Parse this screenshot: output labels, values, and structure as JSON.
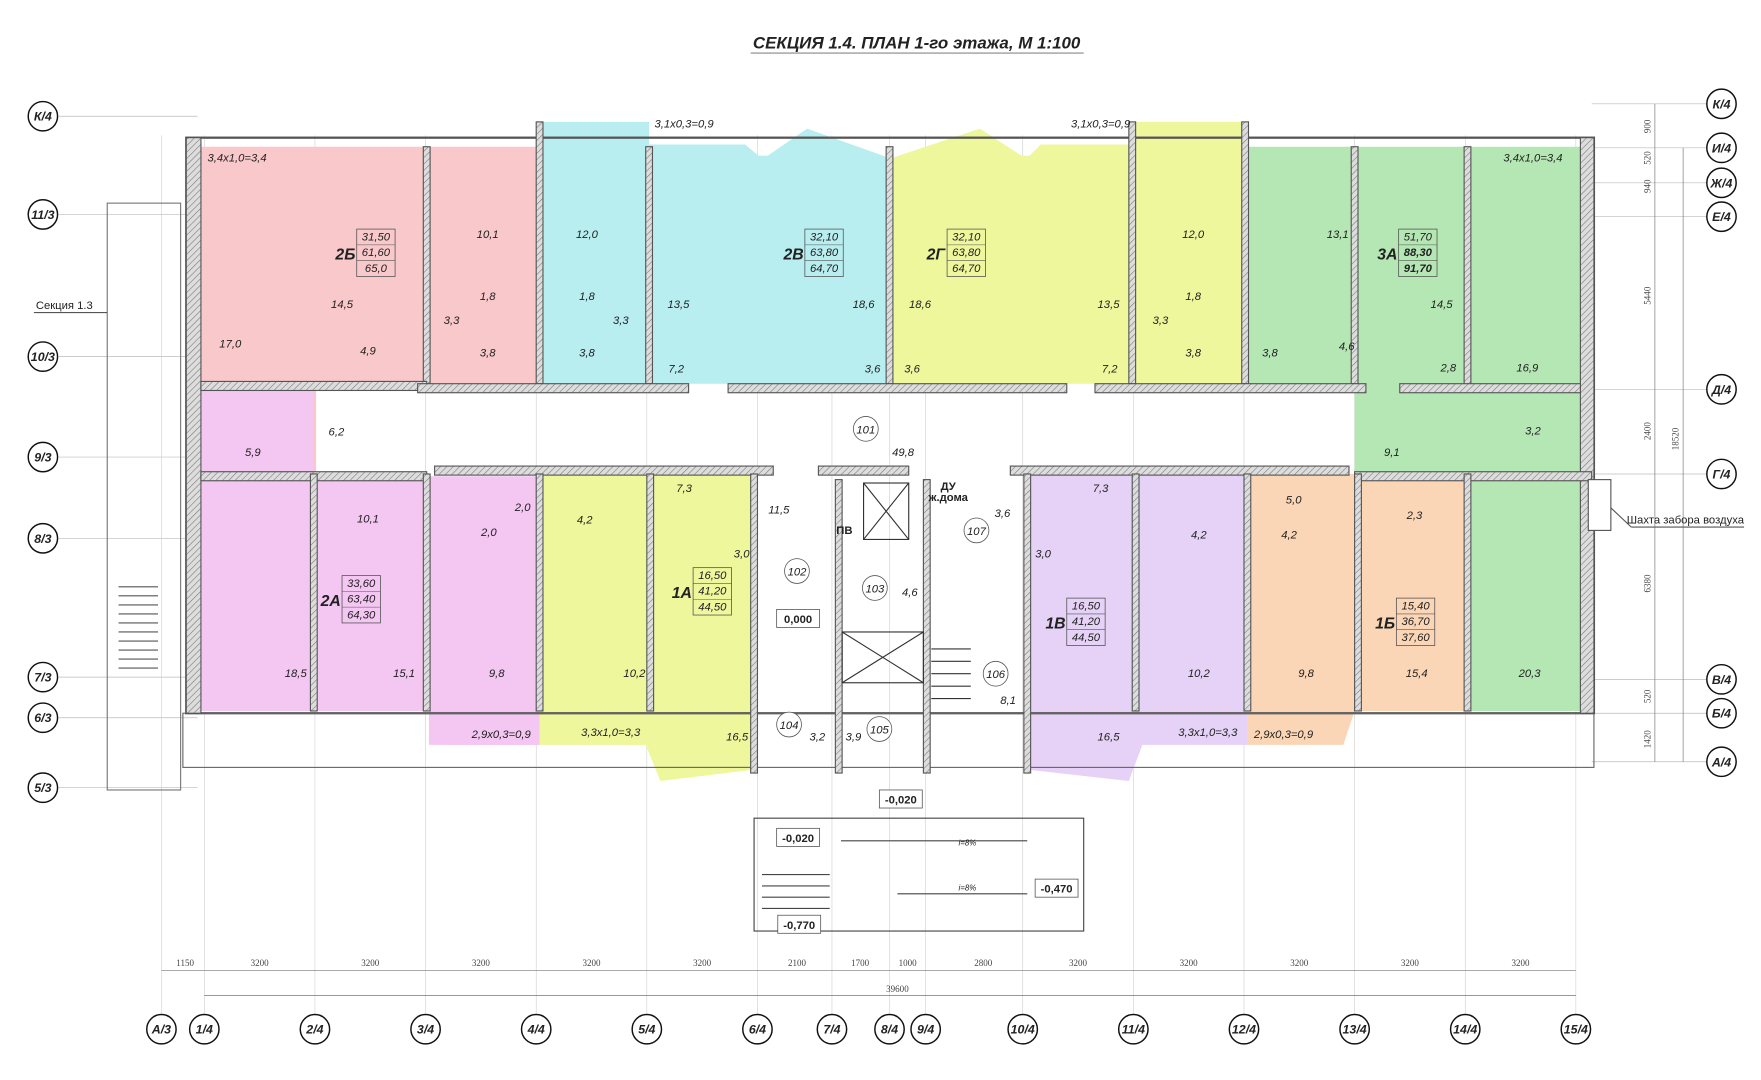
{
  "title": "СЕКЦИЯ 1.4. ПЛАН  1-го этажа, М 1:100",
  "axes": {
    "left": [
      "К/4",
      "11/3",
      "10/3",
      "9/3",
      "8/3",
      "7/3",
      "6/3",
      "5/3"
    ],
    "right": [
      "К/4",
      "И/4",
      "Ж/4",
      "Е/4",
      "Д/4",
      "Г/4",
      "В/4",
      "Б/4",
      "А/4"
    ],
    "bottom": [
      "А/3",
      "1/4",
      "2/4",
      "3/4",
      "4/4",
      "5/4",
      "6/4",
      "7/4",
      "8/4",
      "9/4",
      "10/4",
      "11/4",
      "12/4",
      "13/4",
      "14/4",
      "15/4"
    ]
  },
  "dims": {
    "bottom": [
      "1150",
      "3200",
      "3200",
      "3200",
      "3200",
      "3200",
      "2100",
      "1700",
      "1000",
      "2800",
      "3200",
      "3200",
      "3200",
      "3200",
      "3200"
    ],
    "total": "39600",
    "right": [
      "900",
      "520",
      "940",
      "5440",
      "2400",
      "6380",
      "520",
      "1420"
    ],
    "right_total": "18520"
  },
  "apartments": [
    {
      "name": "2Б",
      "areas": [
        "31,50",
        "61,60",
        "65,0"
      ]
    },
    {
      "name": "2В",
      "areas": [
        "32,10",
        "63,80",
        "64,70"
      ]
    },
    {
      "name": "2Г",
      "areas": [
        "32,10",
        "63,80",
        "64,70"
      ]
    },
    {
      "name": "3А",
      "areas": [
        "51,70",
        "88,30",
        "91,70"
      ]
    },
    {
      "name": "2А",
      "areas": [
        "33,60",
        "63,40",
        "64,30"
      ]
    },
    {
      "name": "1А",
      "areas": [
        "16,50",
        "41,20",
        "44,50"
      ]
    },
    {
      "name": "1В",
      "areas": [
        "16,50",
        "41,20",
        "44,50"
      ]
    },
    {
      "name": "1Б",
      "areas": [
        "15,40",
        "36,70",
        "37,60"
      ]
    }
  ],
  "room_areas": [
    "3,4x1,0=3,4",
    "17,0",
    "14,5",
    "4,9",
    "10,1",
    "1,8",
    "3,3",
    "3,8",
    "6,2",
    "5,9",
    "12,0",
    "1,8",
    "3,3",
    "3,8",
    "13,5",
    "7,2",
    "3,1x0,3=0,9",
    "18,6",
    "3,6",
    "18,6",
    "3,6",
    "3,1x0,3=0,9",
    "13,5",
    "7,2",
    "12,0",
    "1,8",
    "3,3",
    "3,8",
    "13,1",
    "3,8",
    "4,6",
    "14,5",
    "2,8",
    "16,9",
    "3,4x1,0=3,4",
    "3,2",
    "9,1",
    "49,8",
    "10,1",
    "2,0",
    "2,0",
    "18,5",
    "15,1",
    "9,8",
    "2,9x0,3=0,9",
    "7,3",
    "4,2",
    "3,0",
    "10,2",
    "16,5",
    "3,3x1,0=3,3",
    "11,5",
    "3,6",
    "4,6",
    "8,1",
    "3,2",
    "3,9",
    "7,3",
    "3,0",
    "4,2",
    "10,2",
    "16,5",
    "3,3x1,0=3,3",
    "5,0",
    "4,2",
    "2,3",
    "9,8",
    "15,4",
    "2,9x0,3=0,9",
    "20,3"
  ],
  "room_numbers": [
    "101",
    "102",
    "103",
    "104",
    "105",
    "106",
    "107"
  ],
  "core_labels": [
    "ПВ",
    "ДУ",
    "ж.дома"
  ],
  "levels": [
    "0,000",
    "-0,020",
    "-0,020",
    "-0,770",
    "-0,470"
  ],
  "slopes": [
    "i=8%",
    "i=8%"
  ],
  "notes": {
    "section_ref": "Секция 1.3",
    "air_shaft": "Шахта забора воздуха"
  },
  "colors": {
    "pink": "#f8c8ca",
    "magenta": "#f4c6f2",
    "cyan": "#b8eef0",
    "yellow": "#eef79c",
    "green": "#b5e7b5",
    "violet": "#e5d2f6",
    "peach": "#fad6b6"
  }
}
